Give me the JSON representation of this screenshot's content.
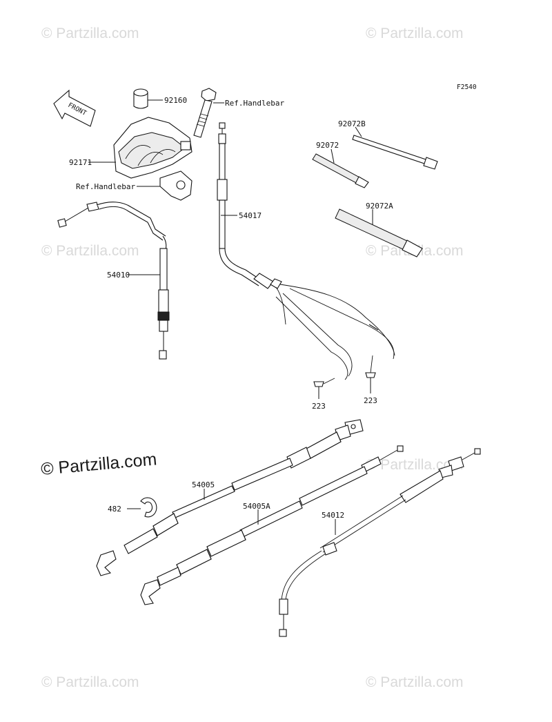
{
  "watermark": {
    "text": "© Partzilla.com"
  },
  "diagram_code": "F2540",
  "front_label": "FRONT",
  "ref_labels": {
    "handlebar_top": "Ref.Handlebar",
    "handlebar_left": "Ref.Handlebar"
  },
  "callouts": {
    "p92160": "92160",
    "p92171": "92171",
    "p54010": "54010",
    "p54017": "54017",
    "p92072B": "92072B",
    "p92072": "92072",
    "p92072A": "92072A",
    "p223_left": "223",
    "p223_right": "223",
    "p54005": "54005",
    "p482": "482",
    "p54005A": "54005A",
    "p54012": "54012"
  },
  "colors": {
    "line": "#111111",
    "watermark": "#d9d9d9",
    "background": "#ffffff"
  }
}
